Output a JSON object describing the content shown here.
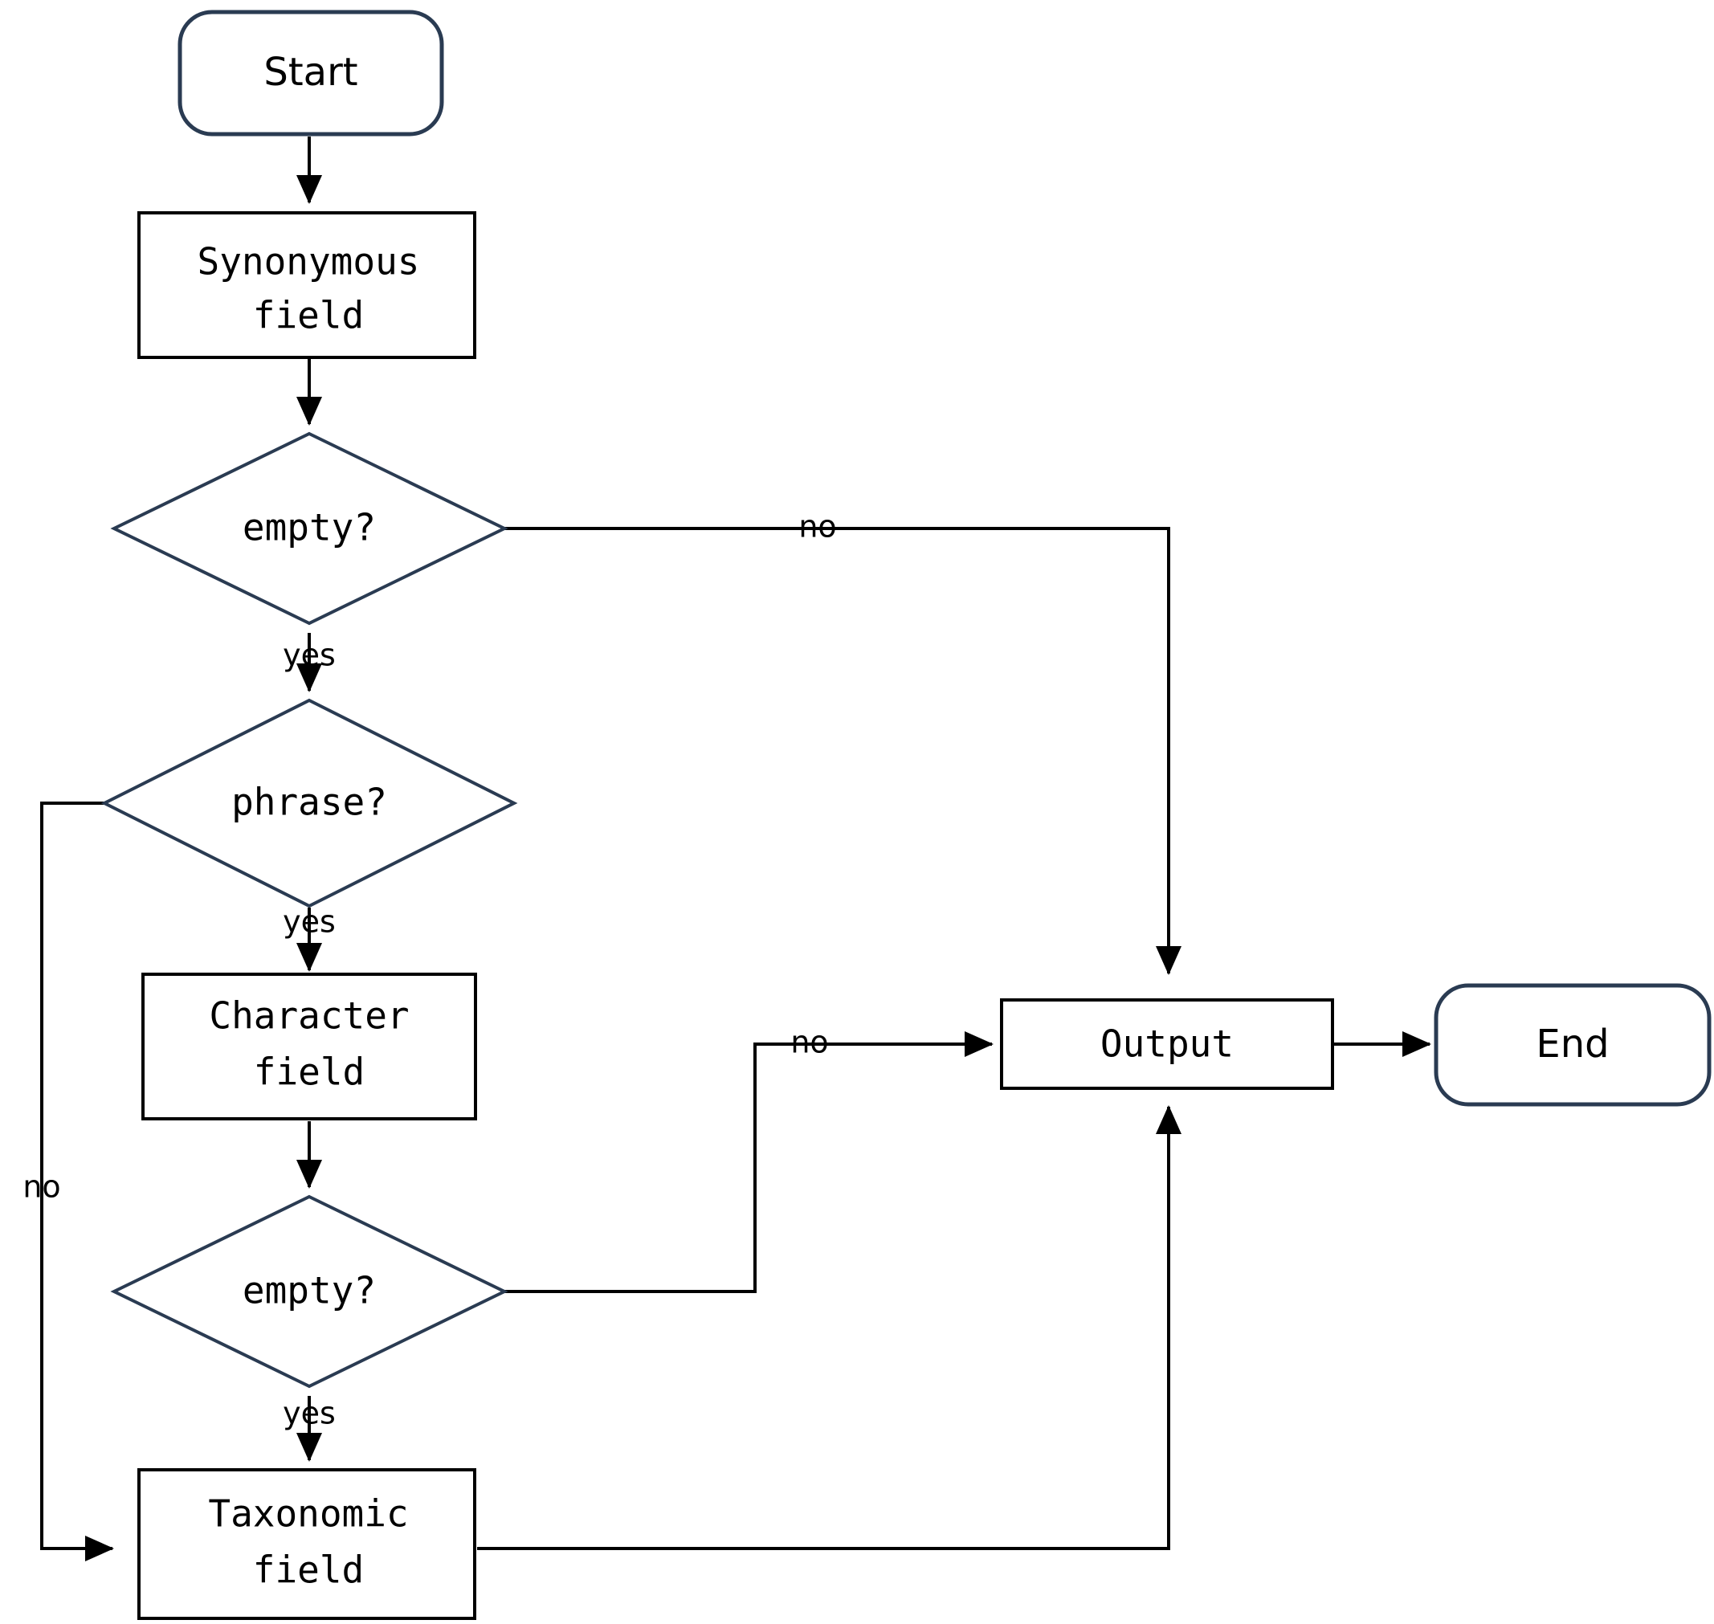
{
  "diagram": {
    "type": "flowchart",
    "title": "",
    "background_color": "#ffffff",
    "terminal_border_color": "#2a3b52",
    "process_border_color": "#000000",
    "decision_border_color": "#2a3b52",
    "edge_color": "#000000",
    "text_color": "#000000"
  },
  "nodes": {
    "start": {
      "label": "Start",
      "shape": "rounded-terminal"
    },
    "synonymous_field": {
      "label_line1": "Synonymous",
      "label_line2": "field",
      "shape": "process"
    },
    "empty_check_1": {
      "label": "empty?",
      "shape": "decision"
    },
    "phrase_check": {
      "label": "phrase?",
      "shape": "decision"
    },
    "character_field": {
      "label_line1": "Character",
      "label_line2": "field",
      "shape": "process"
    },
    "empty_check_2": {
      "label": "empty?",
      "shape": "decision"
    },
    "taxonomic_field": {
      "label_line1": "Taxonomic",
      "label_line2": "field",
      "shape": "process"
    },
    "output": {
      "label": "Output",
      "shape": "process"
    },
    "end": {
      "label": "End",
      "shape": "rounded-terminal"
    }
  },
  "edges": {
    "start_to_synonymous": {
      "label": ""
    },
    "synonymous_to_empty1": {
      "label": ""
    },
    "empty1_no_to_output": {
      "label": "no"
    },
    "empty1_yes_to_phrase": {
      "label": "yes"
    },
    "phrase_no_to_taxonomic": {
      "label": "no"
    },
    "phrase_yes_to_character": {
      "label": "yes"
    },
    "character_to_empty2": {
      "label": ""
    },
    "empty2_no_to_output": {
      "label": "no"
    },
    "empty2_yes_to_taxonomic": {
      "label": "yes"
    },
    "taxonomic_to_output": {
      "label": ""
    },
    "output_to_end": {
      "label": ""
    }
  }
}
